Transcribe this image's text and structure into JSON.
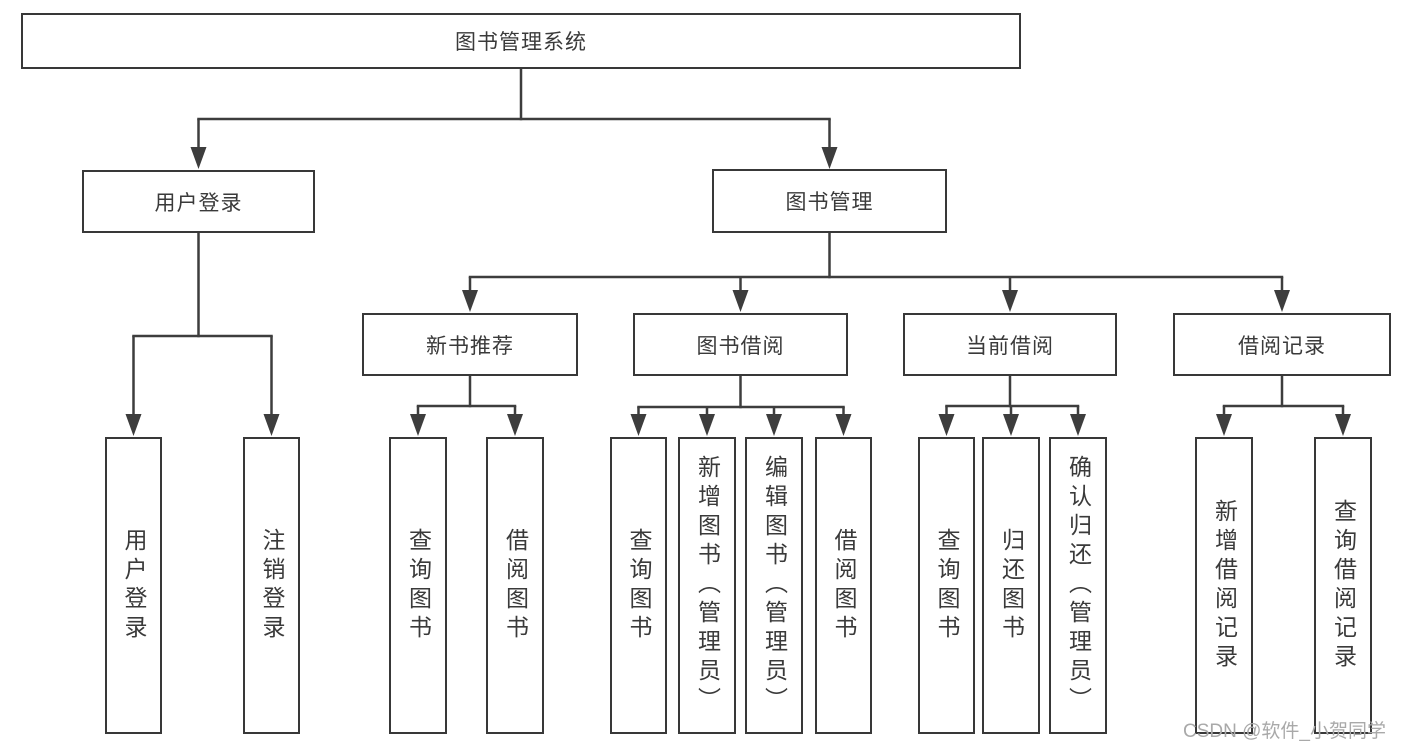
{
  "tree": {
    "root": {
      "label": "图书管理系统"
    },
    "branches": [
      {
        "label": "用户登录",
        "children": [
          "用户登录",
          "注销登录"
        ]
      },
      {
        "label": "图书管理",
        "groups": [
          {
            "label": "新书推荐",
            "children": [
              "查询图书",
              "借阅图书"
            ]
          },
          {
            "label": "图书借阅",
            "children": [
              "查询图书",
              "新增图书（管理员）",
              "编辑图书（管理员）",
              "借阅图书"
            ]
          },
          {
            "label": "当前借阅",
            "children": [
              "查询图书",
              "归还图书",
              "确认归还（管理员）"
            ]
          },
          {
            "label": "借阅记录",
            "children": [
              "新增借阅记录",
              "查询借阅记录"
            ]
          }
        ]
      }
    ]
  },
  "watermark": {
    "text": "CSDN @软件_小贺同学"
  },
  "colors": {
    "line": "#3d3d3d",
    "box_border": "#383838",
    "text": "#3a3a3a",
    "background": "#ffffff",
    "watermark": "#a9a9a9"
  }
}
